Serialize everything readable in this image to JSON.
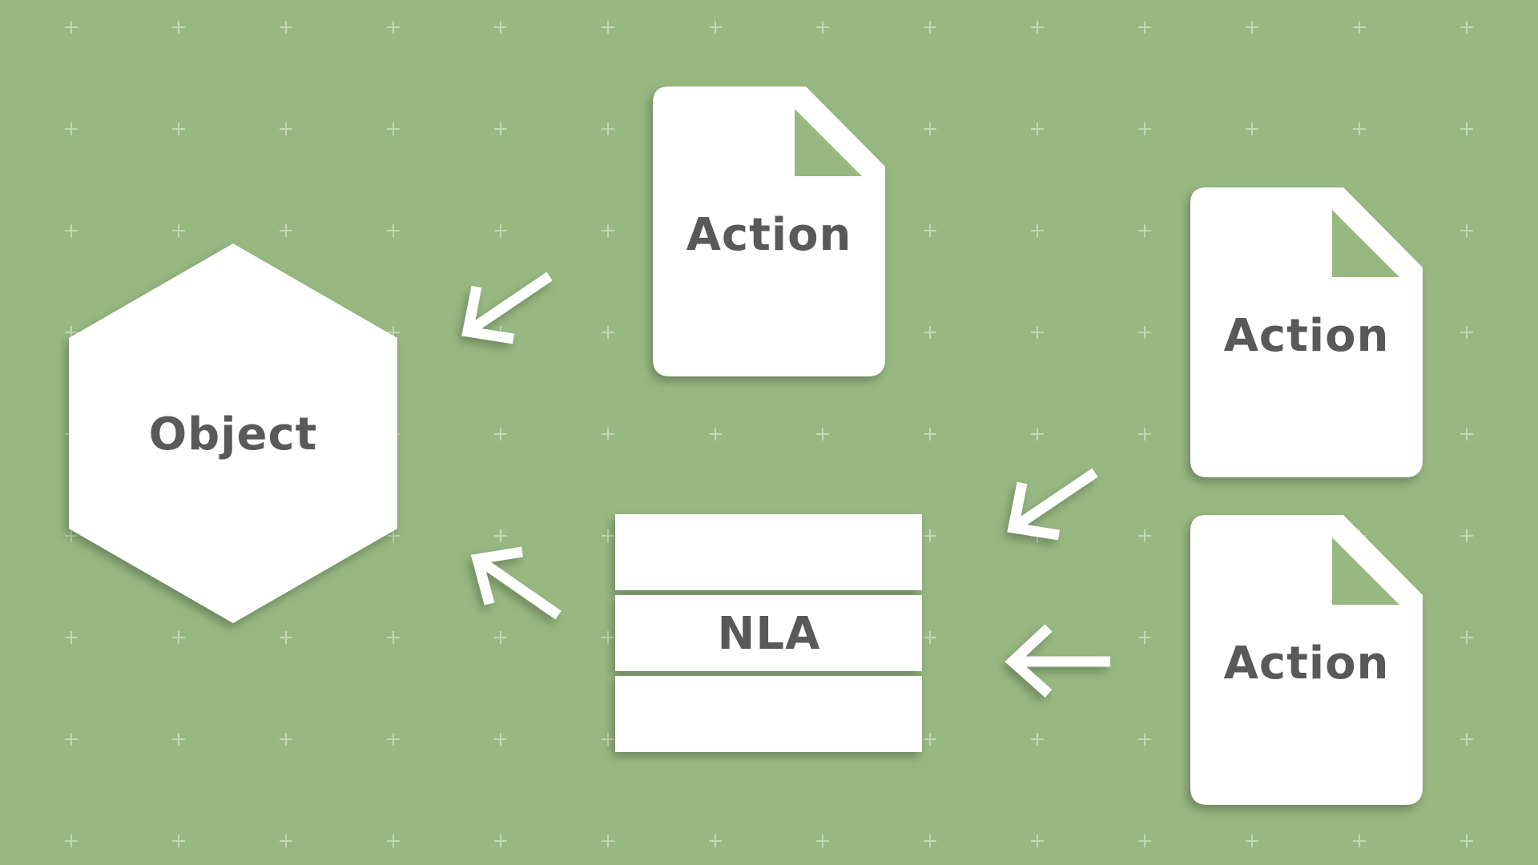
{
  "background_color": "#97b981",
  "grid_color": "#c4d7b5",
  "shape_color": "#ffffff",
  "text_color": "#595959",
  "object": {
    "label": "Object"
  },
  "nla": {
    "label": "NLA"
  },
  "actions": [
    {
      "label": "Action"
    },
    {
      "label": "Action"
    },
    {
      "label": "Action"
    }
  ]
}
